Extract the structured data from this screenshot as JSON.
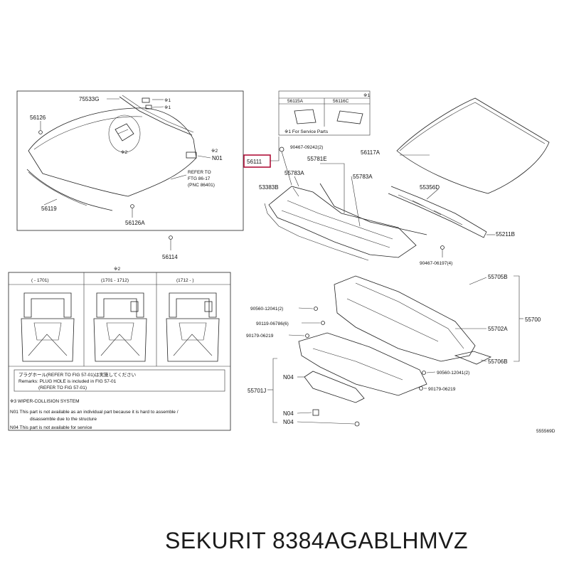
{
  "callouts": {
    "c75533G": "75533G",
    "c56126": "56126",
    "c56119": "56119",
    "c56126A": "56126A",
    "c56114": "56114",
    "n01": "N01",
    "refer_l1": "REFER TO",
    "refer_l2": "FTG 86-17",
    "refer_l3": "(PNC 86401)",
    "x1a": "※1",
    "x1b": "※1",
    "x2": "※2",
    "x2b": "※2",
    "c56111": "56111",
    "c90467_09242": "90467-09242(2)",
    "c55781E": "55781E",
    "c55783A_l": "55783A",
    "c55783A_r": "55783A",
    "c53383B": "53383B",
    "c56115A": "56115A",
    "c56116C": "56116C",
    "x1_header": "※1",
    "service_parts": "※1 For Service Parts",
    "c56117A": "56117A",
    "c55356D": "55356D",
    "c55211B": "55211B",
    "c90467_06197": "90467-06197(4)",
    "c55705B": "55705B",
    "c55700": "55700",
    "c90560_12041_top": "90560-12041(2)",
    "c90119_06786": "90119-06786(6)",
    "c90179_06219_top": "90179-06219",
    "c55702A": "55702A",
    "c55706B": "55706B",
    "c90560_12041_bot": "90560-12041(2)",
    "c90179_06219_bot": "90179-06219",
    "n04_a": "N04",
    "c55701J": "55701J",
    "n04_b": "N04",
    "n04_c": "N04",
    "drawing_no": "555569D"
  },
  "plug_panel": {
    "header": "※2",
    "col1": "( - 1701)",
    "col2": "(1701 - 1712)",
    "col3": "(1712 - )",
    "note_l1": "プラグホール(REFER TO FIG 57-01)は実施してください",
    "note_l2": "Remarks: PLUG HOLE is included in FIG 57-01",
    "note_l3": "(REFER TO FIG 57-01)"
  },
  "notes": {
    "x3": "※3 WIPER-COLLISION SYSTEM",
    "n01_a": "N01   This part is not available as an individual part because it is hard to assemble /",
    "n01_b": "disassemble due to the structure",
    "n04": "N04   This part is not available for service"
  },
  "product": {
    "title": "SEKURIT 8384AGABLHMVZ"
  }
}
